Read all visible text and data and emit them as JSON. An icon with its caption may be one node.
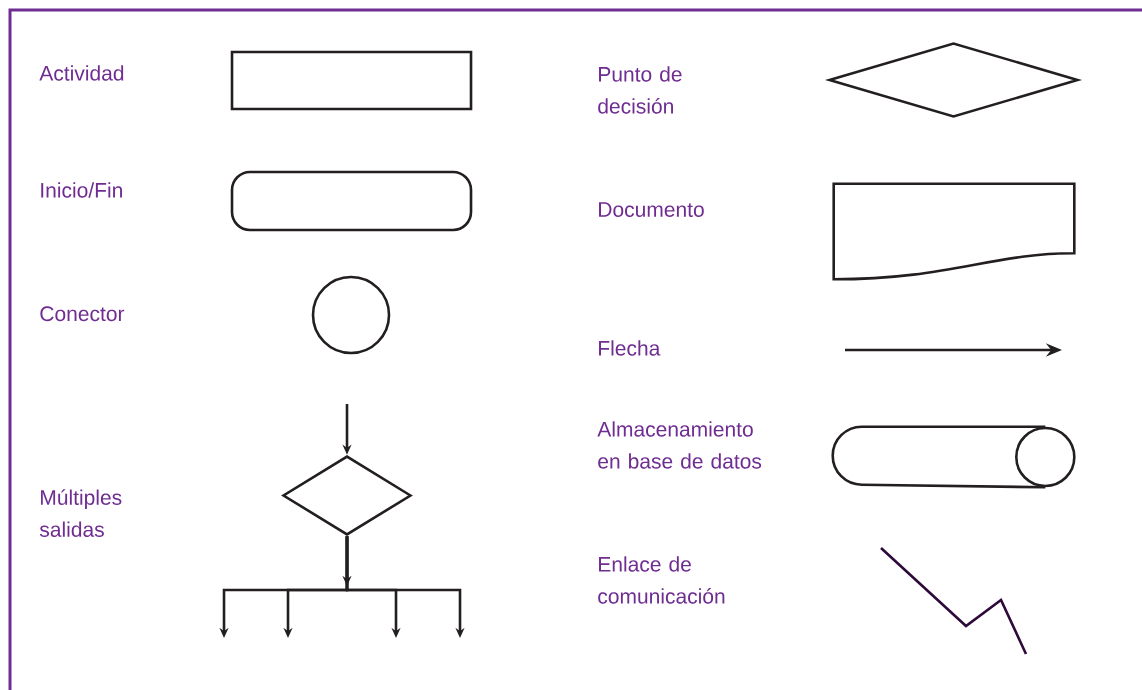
{
  "diagram": {
    "nodes": [
      {
        "text": [],
        "shape": "box"
      },
      {
        "text": [],
        "shape": "diamond"
      },
      {
        "text": [],
        "shape": "box"
      },
      {
        "text": [],
        "shape": "document"
      },
      {
        "text": [],
        "shape": "circle"
      },
      {
        "text": [],
        "shape": "cylinder"
      },
      {
        "text": [],
        "shape": "diamond"
      }
    ],
    "edges": [
      {
        "from": null,
        "to": 6,
        "arrow": "to"
      },
      {
        "from": 6,
        "to": null,
        "arrow": "to"
      },
      {
        "from": 6,
        "to": null,
        "arrow": "to"
      },
      {
        "from": 6,
        "to": null,
        "arrow": "to"
      },
      {
        "from": 6,
        "to": null,
        "arrow": "to"
      }
    ],
    "labels": [
      "Actividad",
      "Punto de decisión",
      "Inicio/Fin",
      "Documento",
      "Conector",
      "Flecha",
      "Almacenamiento en base de datos",
      "Múltiples salidas",
      "Enlace de comunicación"
    ]
  }
}
